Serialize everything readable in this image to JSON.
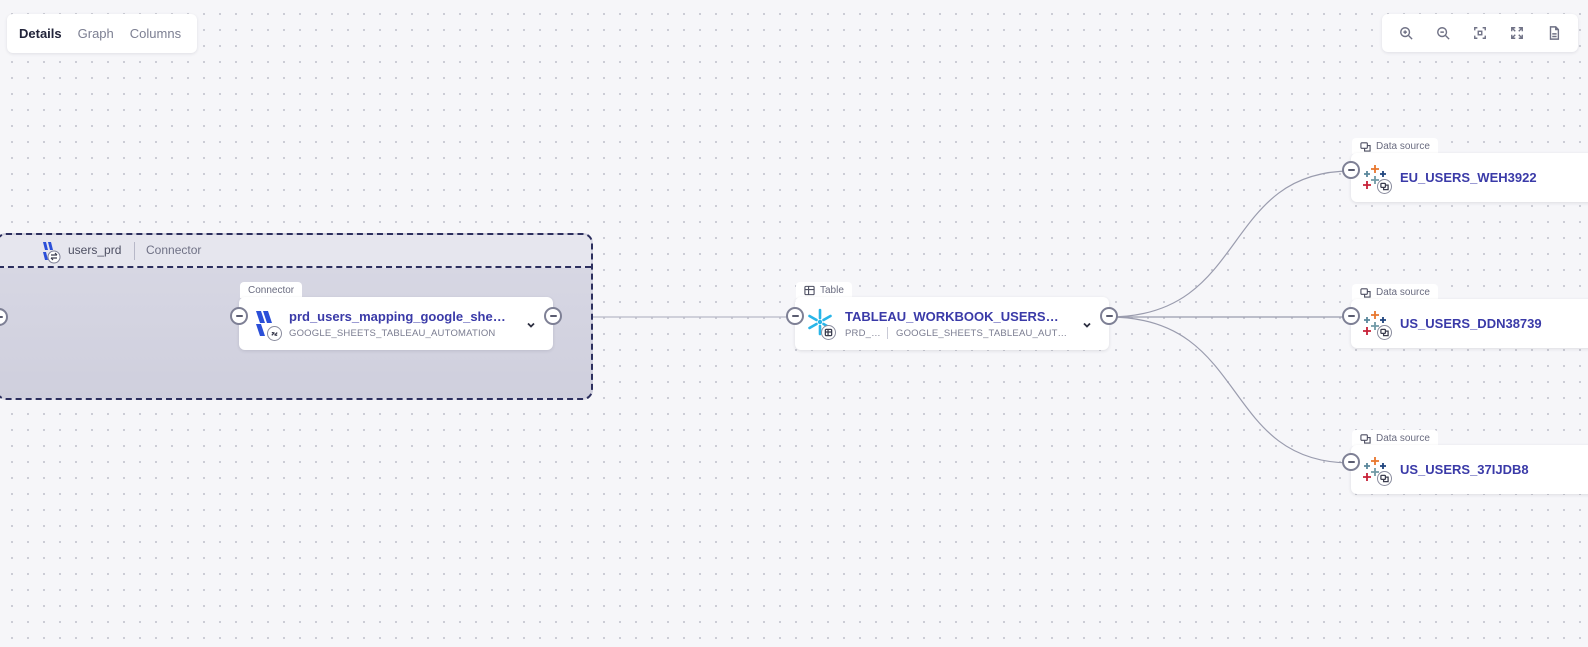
{
  "tabs": [
    {
      "label": "Details",
      "active": true
    },
    {
      "label": "Graph",
      "active": false
    },
    {
      "label": "Columns",
      "active": false
    }
  ],
  "toolbar": {
    "icons": [
      "zoom-in-icon",
      "zoom-out-icon",
      "fit-view-icon",
      "fullscreen-icon",
      "csv-export-icon"
    ]
  },
  "group": {
    "title": "users_prd",
    "type": "Connector"
  },
  "connector_node": {
    "tag": "Connector",
    "title": "prd_users_mapping_google_sheets_tableau_automation",
    "subtitle": "GOOGLE_SHEETS_TABLEAU_AUTOMATION"
  },
  "table_node": {
    "tag": "Table",
    "title": "TABLEAU_WORKBOOK_USERS_MAPPING",
    "sub_db": "PRD_EXTERNAL",
    "sub_schema": "GOOGLE_SHEETS_TABLEAU_AUTOMATION"
  },
  "datasources": [
    {
      "tag": "Data source",
      "title": "EU_USERS_WEH3922"
    },
    {
      "tag": "Data source",
      "title": "US_USERS_DDN38739"
    },
    {
      "tag": "Data source",
      "title": "US_USERS_37IJDB8"
    }
  ],
  "colors": {
    "accent": "#3a3aa8",
    "group_border": "#2c2f5e",
    "snowflake": "#29b5e8",
    "fivetran": "#2b4fd8"
  }
}
